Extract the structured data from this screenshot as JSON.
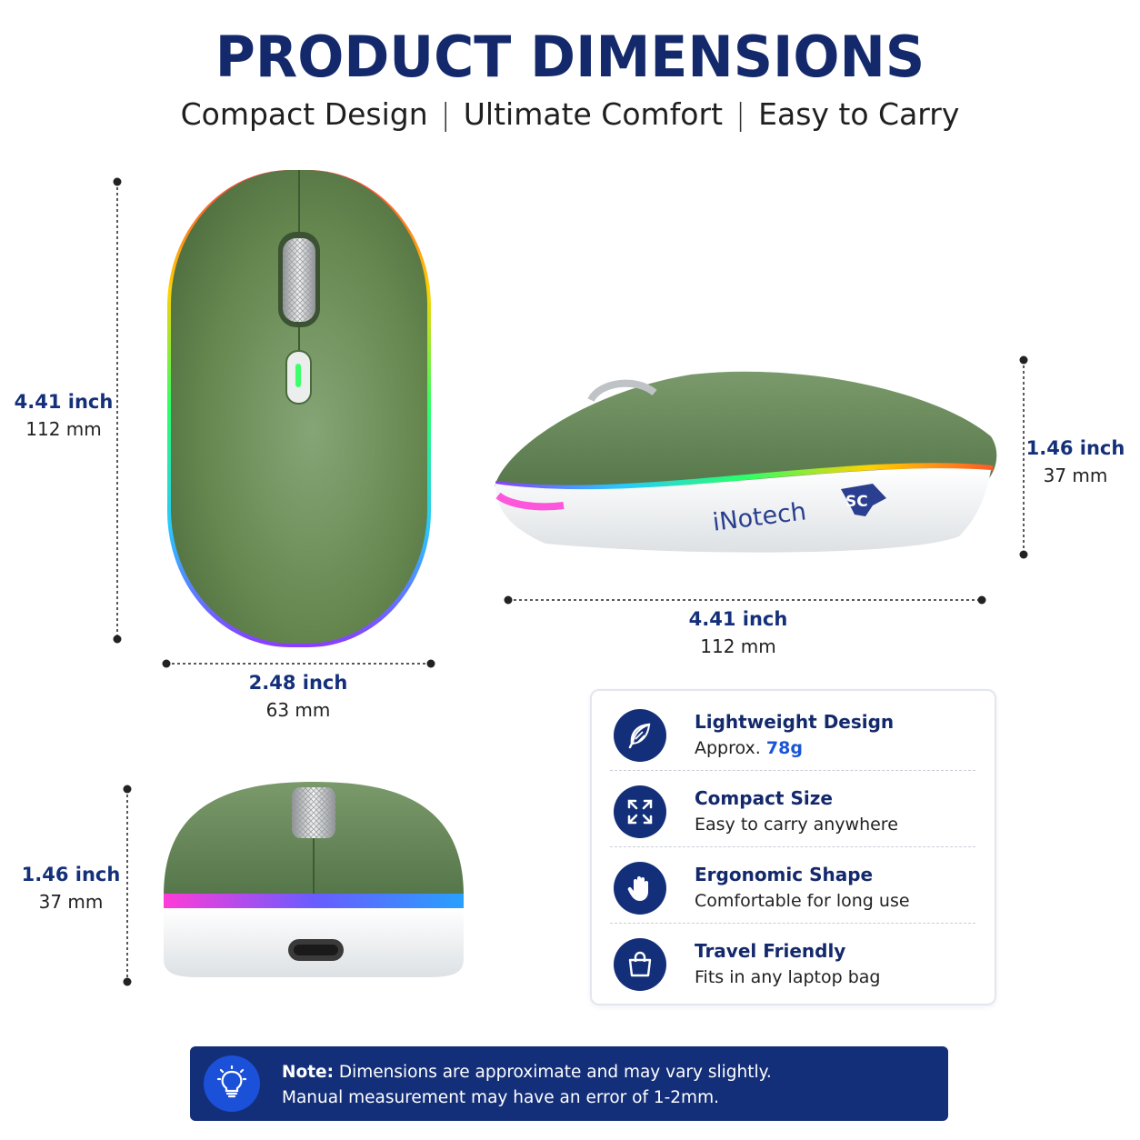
{
  "header": {
    "title": "PRODUCT DIMENSIONS",
    "tagline_1": "Compact Design",
    "tagline_2": "Ultimate Comfort",
    "tagline_3": "Easy to Carry",
    "separator": "|"
  },
  "top_view": {
    "length_in": "4.41 inch",
    "length_mm": "112 mm",
    "width_in": "2.48 inch",
    "width_mm": "63 mm"
  },
  "side_view": {
    "height_in": "1.46 inch",
    "height_mm": "37 mm",
    "length_in": "4.41 inch",
    "length_mm": "112 mm",
    "brand": "iNotech",
    "brand_badge": "SC"
  },
  "front_view": {
    "height_in": "1.46 inch",
    "height_mm": "37 mm"
  },
  "features": [
    {
      "title": "Lightweight Design",
      "desc_prefix": "Approx. ",
      "desc_highlight": "78g",
      "icon": "feather-icon"
    },
    {
      "title": "Compact Size",
      "desc": "Easy to carry anywhere",
      "icon": "expand-arrows-icon"
    },
    {
      "title": "Ergonomic Shape",
      "desc": "Comfortable for long use",
      "icon": "hand-icon"
    },
    {
      "title": "Travel Friendly",
      "desc": "Fits in any laptop bag",
      "icon": "bag-icon"
    }
  ],
  "note": {
    "label": "Note:",
    "line1": " Dimensions are approximate and may vary slightly.",
    "line2": "Manual measurement may have an error of 1-2mm.",
    "icon": "lightbulb-icon"
  },
  "colors": {
    "navy": "#142f79",
    "accent_blue": "#1a55d6",
    "mouse_green": "#5f8050",
    "mouse_white": "#eef0f2"
  }
}
